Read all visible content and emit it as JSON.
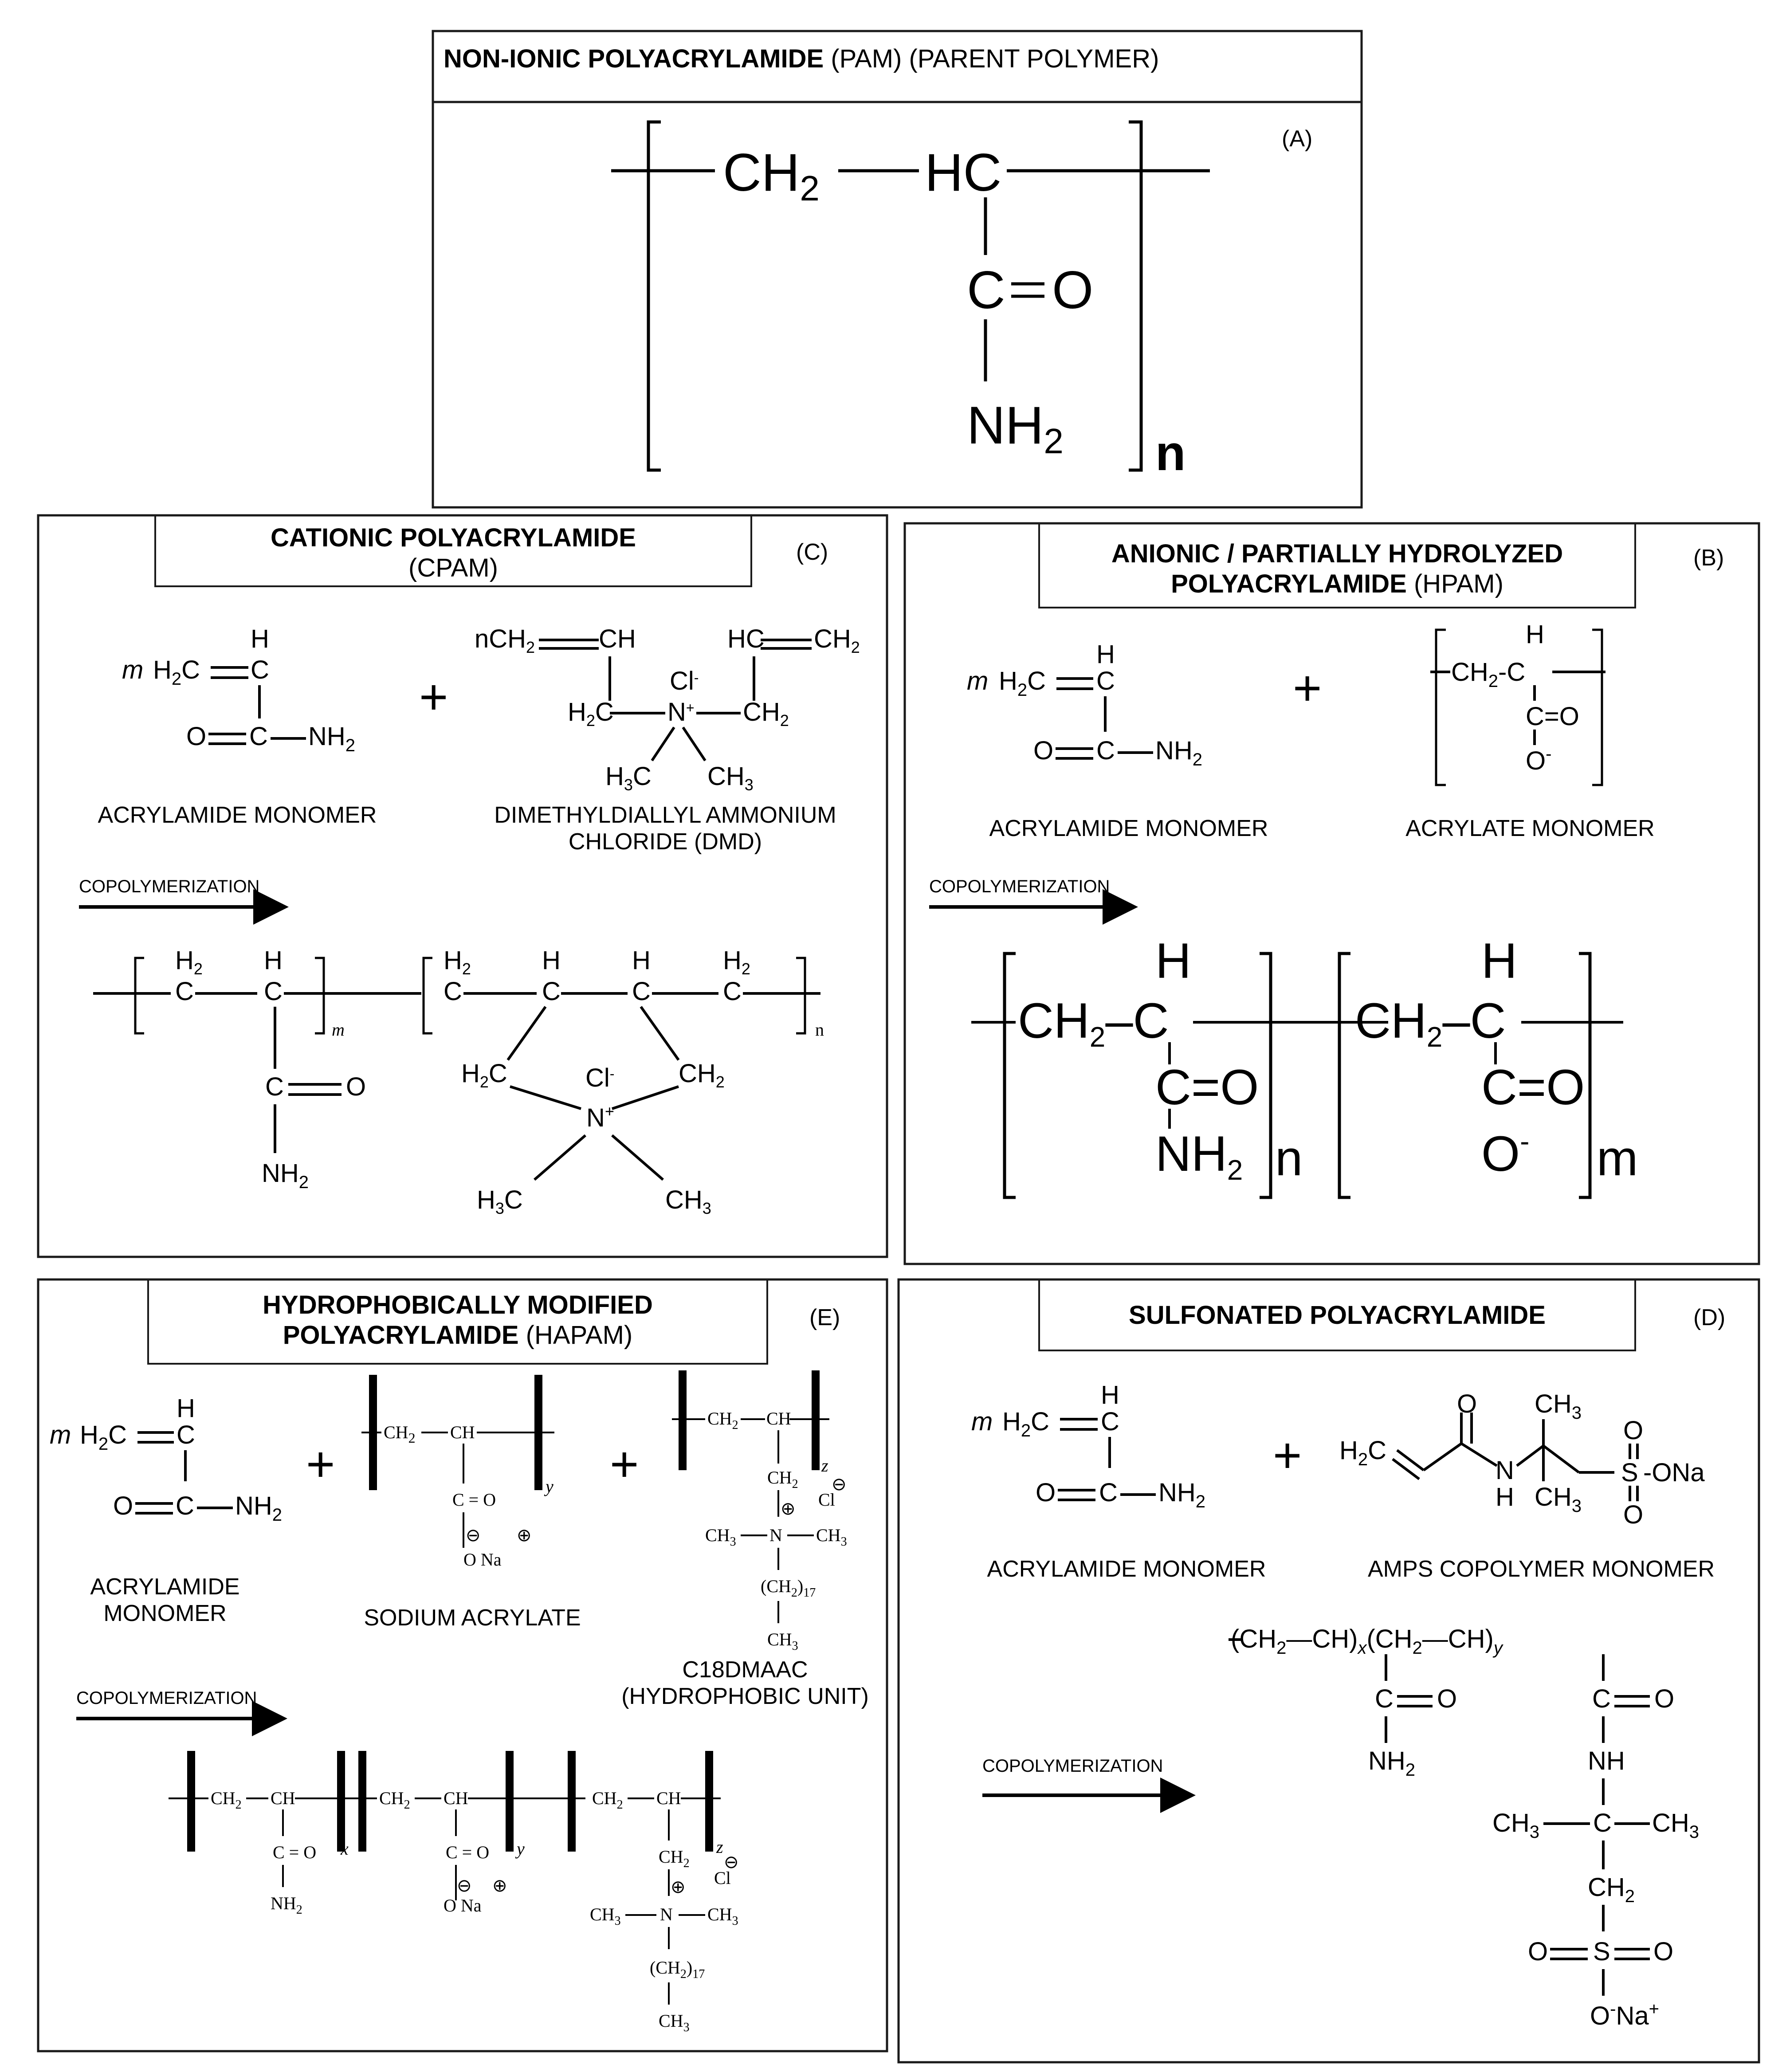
{
  "panel_a": {
    "title_bold": "NON-IONIC POLYACRYLAMIDE",
    "title_rest": " (PAM) (PARENT POLYMER)",
    "tag": "(A)",
    "structure": {
      "ch2": "CH",
      "hc": "HC",
      "carbon": "C",
      "oxygen": "O",
      "nh": "NH",
      "sub2": "2",
      "repeat": "n"
    }
  },
  "panel_c": {
    "title_line1": "CATIONIC POLYACRYLAMIDE",
    "title_line2": "(CPAM)",
    "tag": "(C)",
    "monomer1_label": "ACRYLAMIDE MONOMER",
    "monomer2_label_line1": "DIMETHYLDIALLYL AMMONIUM",
    "monomer2_label_line2": "CHLORIDE (DMD)",
    "copolymerization": "COPOLYMERIZATION",
    "plus": "+"
  },
  "panel_b": {
    "title_line1": "ANIONIC / PARTIALLY HYDROLYZED",
    "title_line2_bold": "POLYACRYLAMIDE",
    "title_line2_rest": " (HPAM)",
    "tag": "(B)",
    "monomer1_label": "ACRYLAMIDE MONOMER",
    "monomer2_label": "ACRYLATE MONOMER",
    "copolymerization": "COPOLYMERIZATION",
    "plus": "+"
  },
  "panel_e": {
    "title_line1": "HYDROPHOBICALLY MODIFIED",
    "title_line2_bold": "POLYACRYLAMIDE",
    "title_line2_rest": " (HAPAM)",
    "tag": "(E)",
    "monomer1_label_line1": "ACRYLAMIDE",
    "monomer1_label_line2": "MONOMER",
    "monomer2_label": "SODIUM ACRYLATE",
    "monomer3_label_line1": "C18DMAAC",
    "monomer3_label_line2": "(HYDROPHOBIC UNIT)",
    "copolymerization": "COPOLYMERIZATION",
    "plus": "+"
  },
  "panel_d": {
    "title": "SULFONATED POLYACRYLAMIDE",
    "tag": "(D)",
    "monomer1_label": "ACRYLAMIDE MONOMER",
    "monomer2_label": "AMPS COPOLYMER MONOMER",
    "copolymerization": "COPOLYMERIZATION",
    "plus": "+"
  }
}
